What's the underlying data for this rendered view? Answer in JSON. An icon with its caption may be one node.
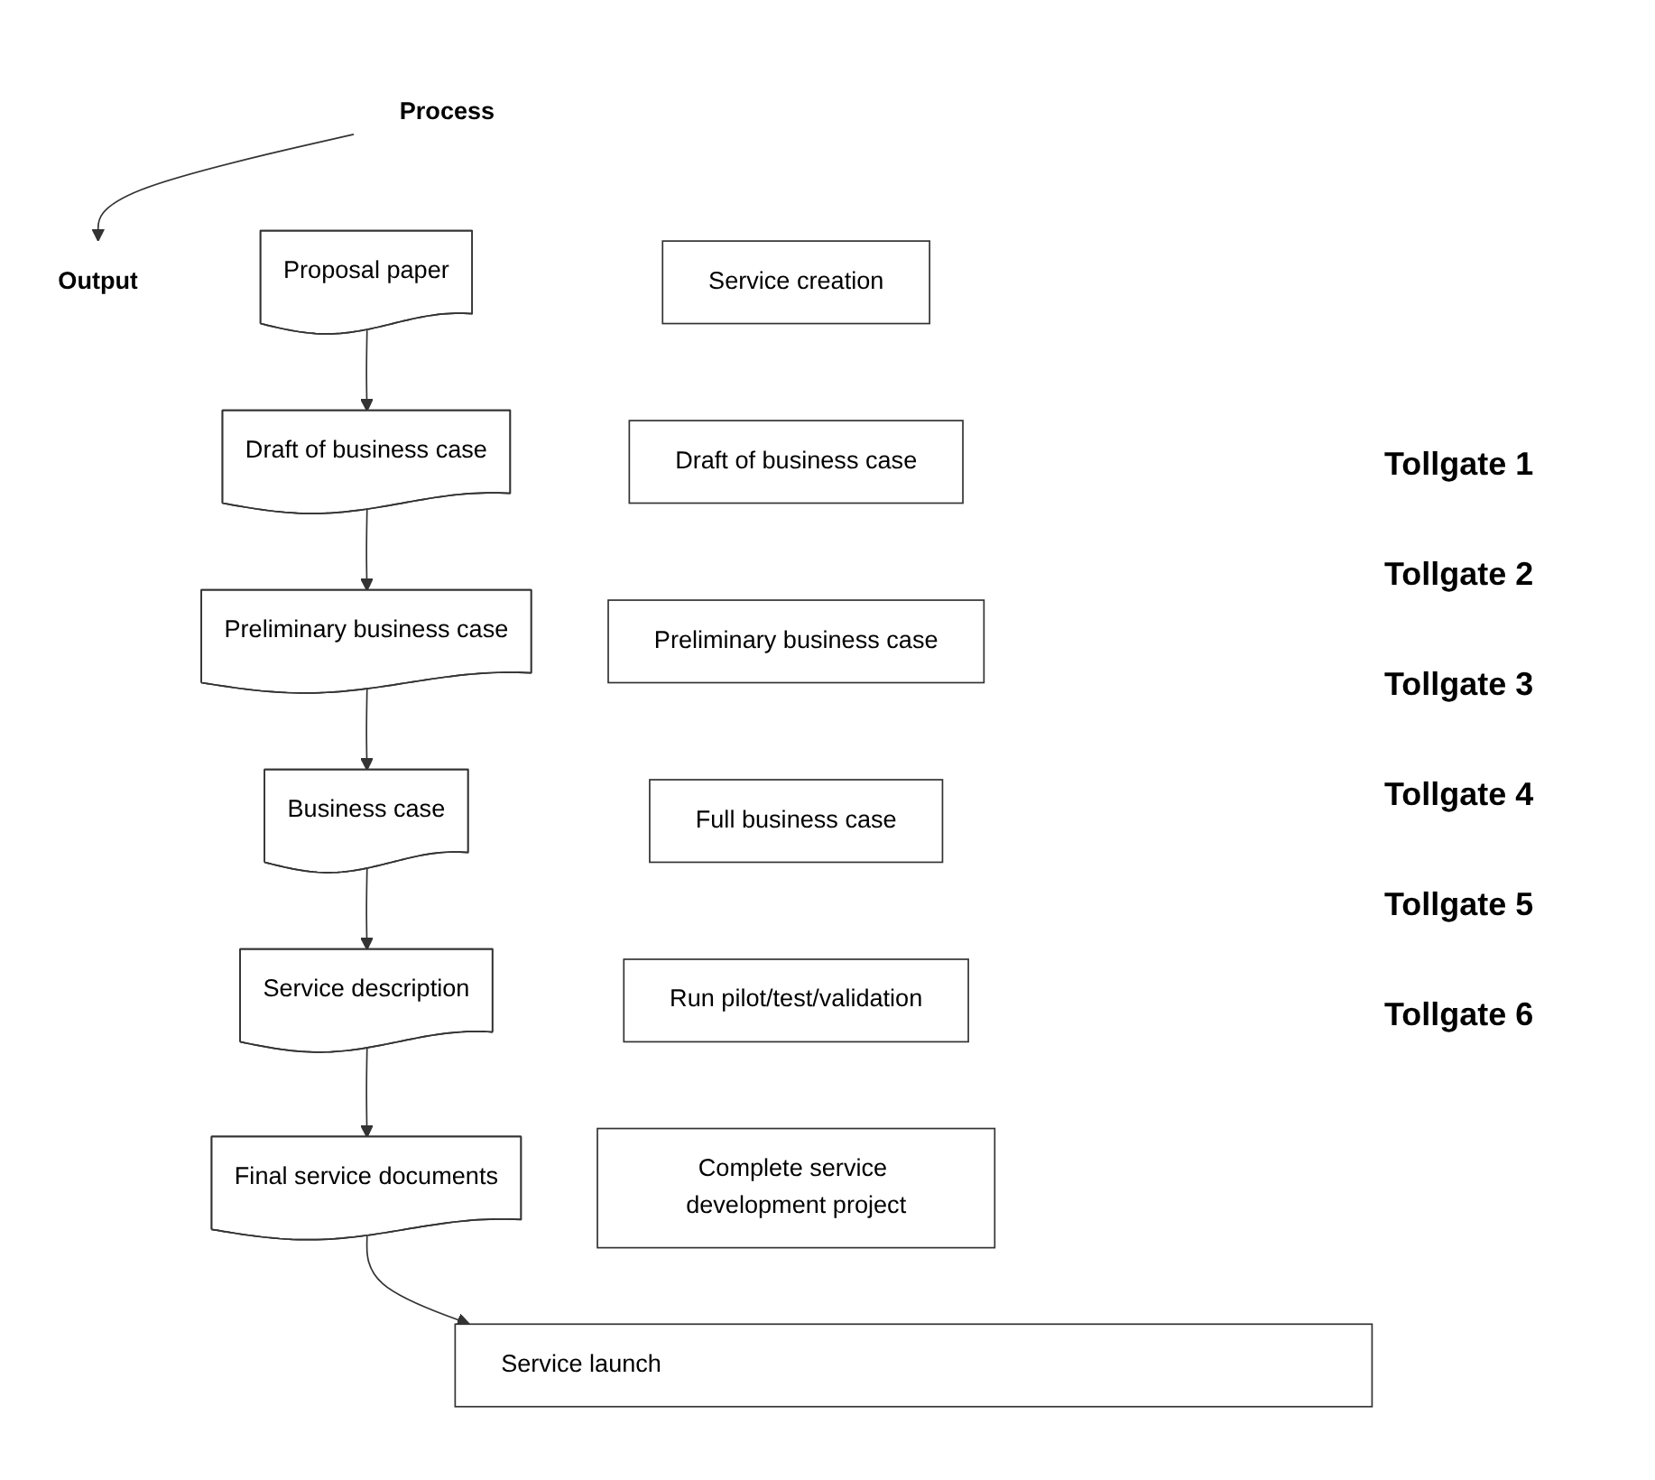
{
  "diagram": {
    "nodes": [
      {
        "text": [
          "Process"
        ]
      },
      {
        "text": [
          "Output"
        ]
      },
      {
        "text": [
          "Service creation"
        ]
      },
      {
        "text": [
          "Proposal paper"
        ]
      },
      {
        "text": [
          "Draft of business case"
        ]
      },
      {
        "text": [
          "Draft of business case"
        ]
      },
      {
        "text": [
          "Preliminary business case"
        ]
      },
      {
        "text": [
          "Preliminary business case"
        ]
      },
      {
        "text": [
          "Full business case"
        ]
      },
      {
        "text": [
          "Business case"
        ]
      },
      {
        "text": [
          "Run pilot/test/validation"
        ]
      },
      {
        "text": [
          "Service description"
        ]
      },
      {
        "text": [
          "Complete service development project"
        ]
      },
      {
        "text": [
          "Final service documents"
        ]
      },
      {
        "text": [
          "Service launch"
        ]
      }
    ],
    "edges": [
      {
        "from": 0,
        "to": 1,
        "arrow": "to"
      },
      {
        "from": 3,
        "to": 5,
        "arrow": "to"
      },
      {
        "from": 5,
        "to": 7,
        "arrow": "to"
      },
      {
        "from": 7,
        "to": 9,
        "arrow": "to"
      },
      {
        "from": 9,
        "to": 11,
        "arrow": "to"
      },
      {
        "from": 11,
        "to": 13,
        "arrow": "to"
      },
      {
        "from": 13,
        "to": 14,
        "arrow": "to"
      }
    ],
    "labels": [
      "Tollgate 1",
      "Tollgate 2",
      "Tollgate 3",
      "Tollgate 4",
      "Tollgate 5",
      "Tollgate 6"
    ]
  }
}
